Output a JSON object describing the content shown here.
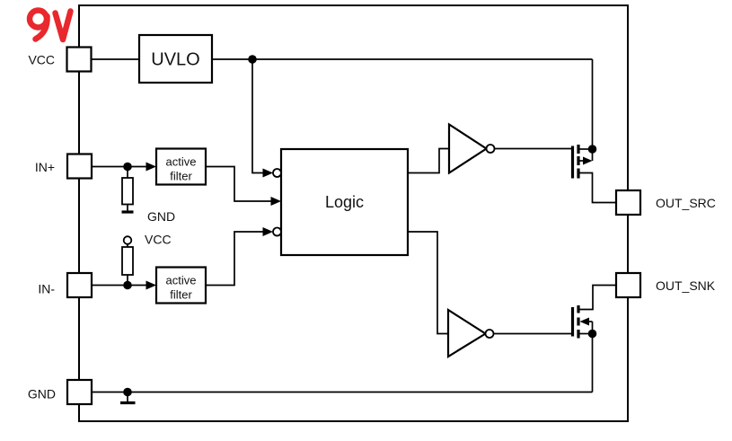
{
  "logo": {
    "text": "9v"
  },
  "pins": {
    "vcc": "VCC",
    "in_plus": "IN+",
    "in_minus": "IN-",
    "gnd": "GND",
    "out_src": "OUT_SRC",
    "out_snk": "OUT_SNK"
  },
  "blocks": {
    "uvlo": "UVLO",
    "logic": "Logic",
    "active_filter_line1": "active",
    "active_filter_line2": "filter"
  },
  "net_labels": {
    "gnd": "GND",
    "vcc": "VCC"
  },
  "components": {
    "top_output_transistor": "p-channel-mosfet",
    "bottom_output_transistor": "n-channel-mosfet",
    "top_buffer": "inverter",
    "bottom_buffer": "inverter",
    "in_plus_resistor": "pull-down-resistor",
    "in_minus_resistor": "pull-up-resistor"
  },
  "colors": {
    "line": "#000000",
    "background": "#ffffff",
    "logo": "#e8282d"
  }
}
